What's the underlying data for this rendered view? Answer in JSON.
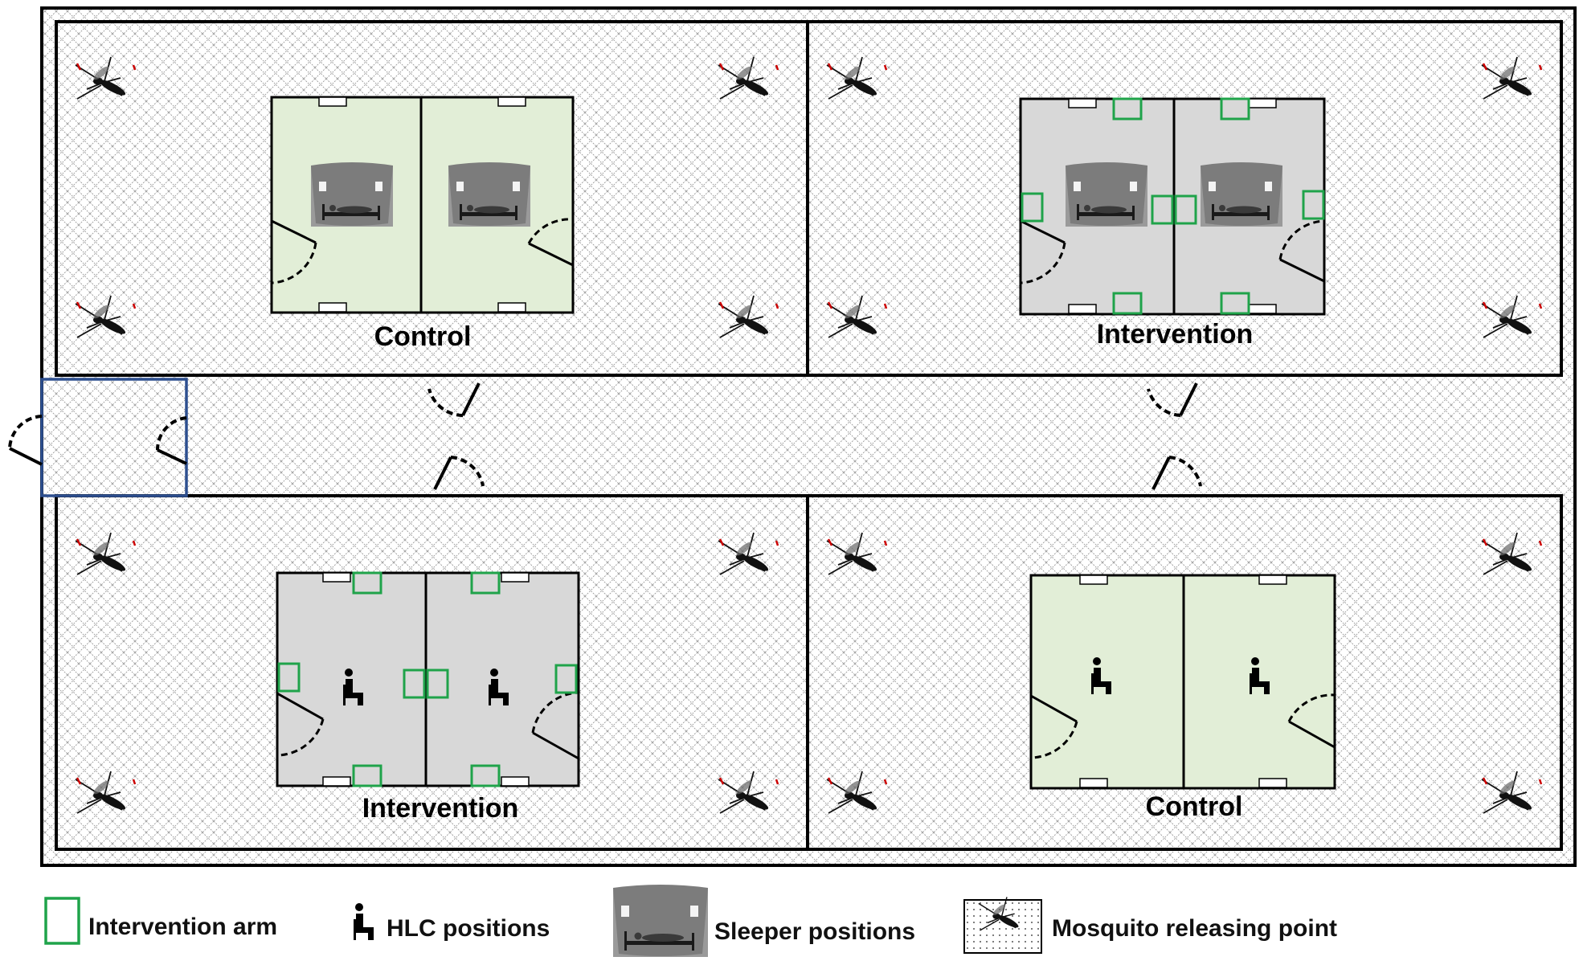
{
  "colors": {
    "control_fill": "#e2eed7",
    "intervention_fill": "#d8d8d8",
    "intervention_arm": "#1fa34a",
    "anteroom_border": "#2d4f8f",
    "mosquito_marker": "#cc0000",
    "wall": "#000000",
    "mesh_line": "#9a9a9a"
  },
  "chambers": [
    {
      "name": "top-left",
      "label": "Control",
      "arm": "control",
      "occupant": "sleeper"
    },
    {
      "name": "top-right",
      "label": "Intervention",
      "arm": "intervention",
      "occupant": "sleeper"
    },
    {
      "name": "bottom-left",
      "label": "Intervention",
      "arm": "intervention",
      "occupant": "hlc"
    },
    {
      "name": "bottom-right",
      "label": "Control",
      "arm": "control",
      "occupant": "hlc"
    }
  ],
  "legend": [
    {
      "icon": "green-square-icon",
      "label": "Intervention arm"
    },
    {
      "icon": "seated-person-icon",
      "label": "HLC positions"
    },
    {
      "icon": "sleeper-bed-icon",
      "label": "Sleeper positions"
    },
    {
      "icon": "mosquito-icon",
      "label": "Mosquito releasing point"
    }
  ]
}
